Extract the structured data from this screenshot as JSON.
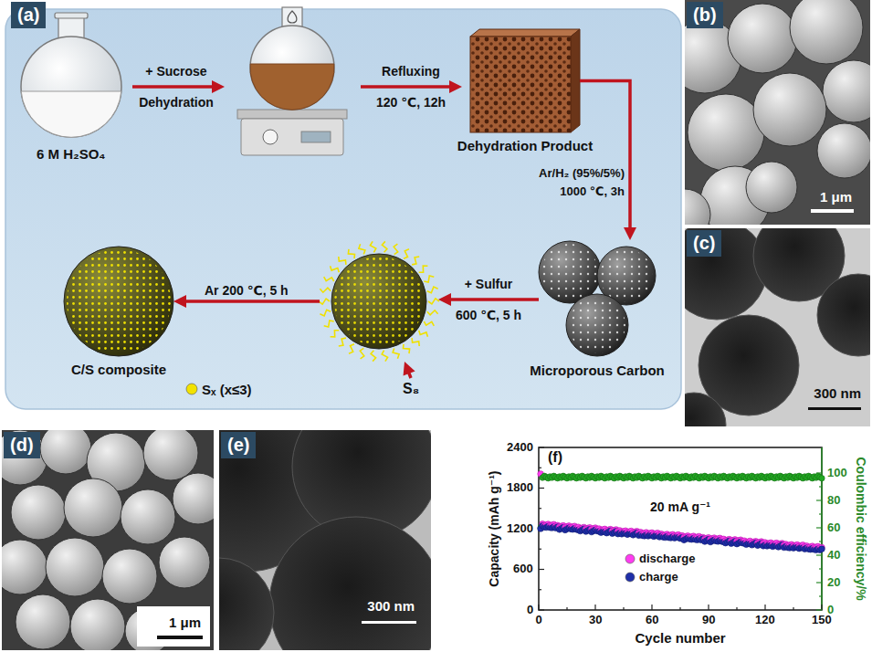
{
  "diagram": {
    "nodes": [
      {
        "text": [
          "(a)"
        ]
      },
      {
        "text": [
          "6 M H₂SO₄"
        ],
        "in": 0
      },
      {
        "text": [
          "Dehydration Product"
        ],
        "in": 0
      },
      {
        "text": [
          "Microporous Carbon"
        ],
        "in": 0
      },
      {
        "text": [
          "S₈"
        ],
        "in": 0
      },
      {
        "text": [
          "C/S composite"
        ],
        "in": 0
      },
      {
        "text": [
          "(b)",
          "1 μm"
        ]
      },
      {
        "text": [
          "(c)",
          "300 nm"
        ]
      },
      {
        "text": [
          "(d)",
          "1 μm"
        ]
      },
      {
        "text": [
          "(e)",
          "300 nm"
        ]
      },
      {
        "text": [
          "(f)"
        ]
      }
    ],
    "edges": [
      {
        "from": 2,
        "to": 3,
        "arrow": "to",
        "label": "Ar/H₂ (95%/5%) 1000 ℃, 3h"
      },
      {
        "from": 3,
        "to": 4,
        "arrow": "to",
        "label": "+ Sulfur 600 ℃, 5 h"
      },
      {
        "from": 4,
        "to": 5,
        "arrow": "to",
        "label": "Ar 200 ℃, 5 h"
      }
    ],
    "labels": [
      "+ Sucrose Dehydration",
      "Refluxing 120 ℃, 12h",
      "2400",
      "1800",
      "1200",
      "600",
      "0",
      "100",
      "80",
      "60",
      "40",
      "20",
      "0",
      "0",
      "30",
      "60",
      "90",
      "120",
      "150",
      "Capacity (mAh g⁻¹)",
      "Coulombic efficiency/%",
      "Cycle number",
      "20 mA g⁻¹"
    ],
    "legend": [
      {
        "text": "Sₓ (x≤3)",
        "color": "#f2e200"
      },
      {
        "text": "discharge",
        "color": "#ff3cf0"
      },
      {
        "text": "charge",
        "color": "#1f2fa8"
      }
    ]
  }
}
